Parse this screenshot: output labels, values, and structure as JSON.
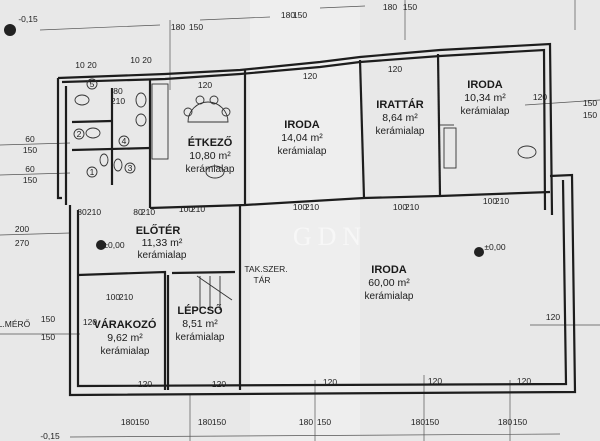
{
  "rooms": {
    "etkezo": {
      "name": "ÉTKEZŐ",
      "area": "10,80 m²",
      "floor": "kerámialap"
    },
    "iroda1": {
      "name": "IRODA",
      "area": "14,04 m²",
      "floor": "kerámialap"
    },
    "irattar": {
      "name": "IRATTÁR",
      "area": "8,64 m²",
      "floor": "kerámialap"
    },
    "iroda2": {
      "name": "IRODA",
      "area": "10,34 m²",
      "floor": "kerámialap"
    },
    "eloter": {
      "name": "ELŐTÉR",
      "area": "11,33 m²",
      "floor": "kerámialap"
    },
    "iroda3": {
      "name": "IRODA",
      "area": "60,00 m²",
      "floor": "kerámialap"
    },
    "varakozo": {
      "name": "VÁRAKOZÓ",
      "area": "9,62 m²",
      "floor": "kerámialap"
    },
    "lepcso": {
      "name": "LÉPCSŐ",
      "area": "8,51 m²",
      "floor": "kerámialap"
    }
  },
  "wc_numbers": [
    "1",
    "2",
    "3",
    "4",
    "5"
  ],
  "annotations": {
    "tak_szer": "TAK.SZER.",
    "tar": "TÁR",
    "l_mero": "L.MÉRŐ",
    "level_zero": "±0,00",
    "level_minus": "-0,15",
    "watermark": "GDN"
  },
  "dimensions": {
    "w120": "120",
    "d80": "80",
    "d100": "100",
    "d210": "210",
    "d180": "180",
    "d150": "150",
    "d60": "60",
    "d200": "200",
    "d270": "270",
    "d10": "10",
    "d20": "20"
  }
}
